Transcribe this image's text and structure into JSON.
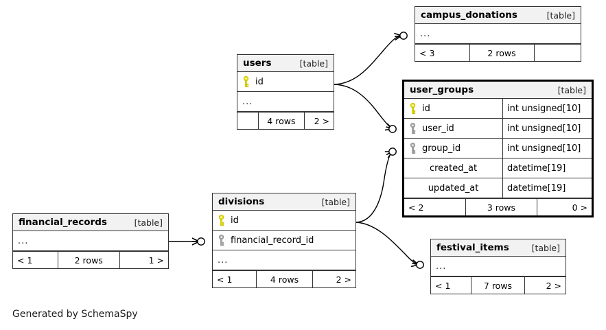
{
  "diagram": {
    "caption": "Generated by SchemaSpy",
    "kind_label": "[table]",
    "ellipsis": "...",
    "colors": {
      "pk_key": "#e8e000",
      "fk_key": "#a8a8a8",
      "header_bg": "#f2f2f2",
      "border": "#333333",
      "highlight_border": "#000000",
      "background": "#ffffff"
    }
  },
  "tables": {
    "campus_donations": {
      "name": "campus_donations",
      "kind": "[table]",
      "rows": [
        {
          "label": "...",
          "icon": "none",
          "type": ""
        }
      ],
      "footer": {
        "left": "< 3",
        "center": "2 rows",
        "right": ""
      }
    },
    "users": {
      "name": "users",
      "kind": "[table]",
      "rows": [
        {
          "label": "id",
          "icon": "primary-key-icon",
          "type": ""
        },
        {
          "label": "...",
          "icon": "none",
          "type": ""
        }
      ],
      "footer": {
        "left": "",
        "center": "4 rows",
        "right": "2 >"
      }
    },
    "user_groups": {
      "name": "user_groups",
      "kind": "[table]",
      "rows": [
        {
          "label": "id",
          "icon": "primary-key-icon",
          "type": "int unsigned[10]"
        },
        {
          "label": "user_id",
          "icon": "foreign-key-icon",
          "type": "int unsigned[10]"
        },
        {
          "label": "group_id",
          "icon": "foreign-key-icon",
          "type": "int unsigned[10]"
        },
        {
          "label": "created_at",
          "icon": "none",
          "type": "datetime[19]"
        },
        {
          "label": "updated_at",
          "icon": "none",
          "type": "datetime[19]"
        }
      ],
      "footer": {
        "left": "< 2",
        "center": "3 rows",
        "right": "0 >"
      }
    },
    "divisions": {
      "name": "divisions",
      "kind": "[table]",
      "rows": [
        {
          "label": "id",
          "icon": "primary-key-icon",
          "type": ""
        },
        {
          "label": "financial_record_id",
          "icon": "foreign-key-icon",
          "type": ""
        },
        {
          "label": "...",
          "icon": "none",
          "type": ""
        }
      ],
      "footer": {
        "left": "< 1",
        "center": "4 rows",
        "right": "2 >"
      }
    },
    "financial_records": {
      "name": "financial_records",
      "kind": "[table]",
      "rows": [
        {
          "label": "...",
          "icon": "none",
          "type": ""
        }
      ],
      "footer": {
        "left": "< 1",
        "center": "2 rows",
        "right": "1 >"
      }
    },
    "festival_items": {
      "name": "festival_items",
      "kind": "[table]",
      "rows": [
        {
          "label": "...",
          "icon": "none",
          "type": ""
        }
      ],
      "footer": {
        "left": "< 1",
        "center": "7 rows",
        "right": "2 >"
      }
    }
  },
  "relationships": [
    {
      "from": "users",
      "to": "campus_donations",
      "from_column": "id",
      "to_column": "..."
    },
    {
      "from": "users",
      "to": "user_groups",
      "from_column": "id",
      "to_column": "user_id"
    },
    {
      "from": "divisions",
      "to": "user_groups",
      "from_column": "id",
      "to_column": "group_id"
    },
    {
      "from": "divisions",
      "to": "festival_items",
      "from_column": "id",
      "to_column": "..."
    },
    {
      "from": "financial_records",
      "to": "divisions",
      "from_column": "...",
      "to_column": "financial_record_id"
    }
  ]
}
